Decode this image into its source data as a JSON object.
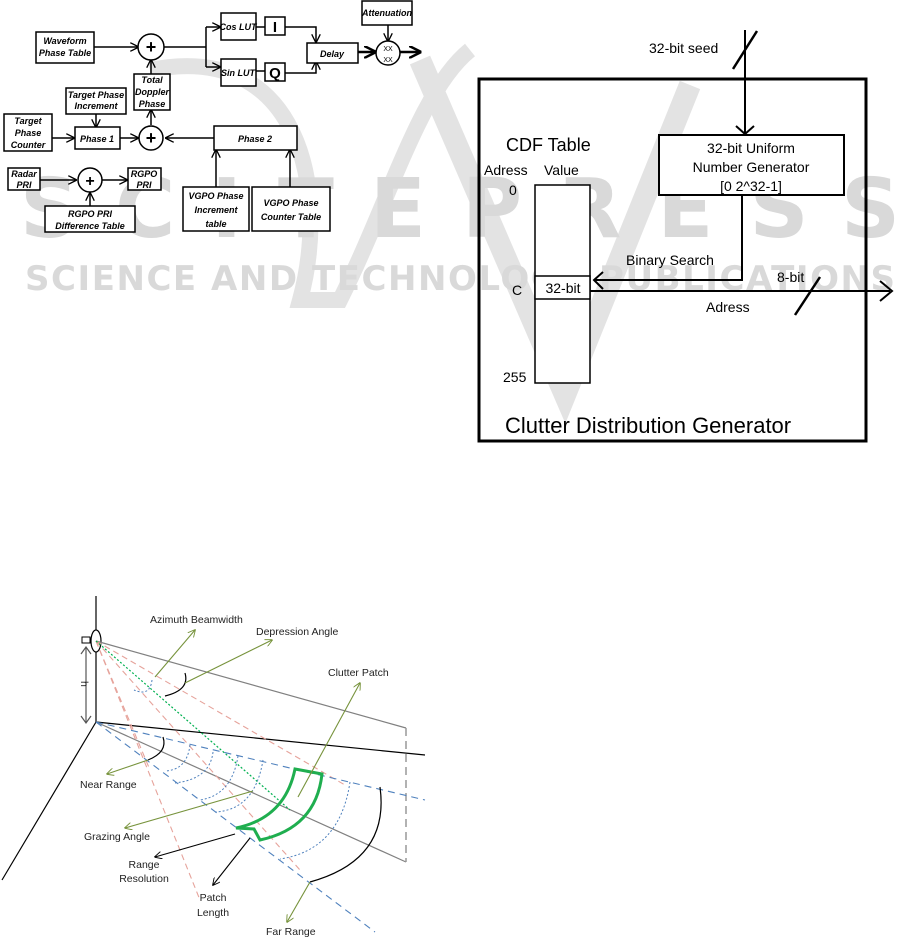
{
  "watermark": {
    "line1": "SCITEPRESS",
    "line2": "SCIENCE AND TECHNOLOGY PUBLICATIONS",
    "color": "#d9d9d9"
  },
  "diagram1": {
    "blocks": {
      "waveform": [
        "Waveform",
        "Phase Table"
      ],
      "cos_lut": "Cos LUT",
      "sin_lut": "Sin LUT",
      "i": "I",
      "q": "Q",
      "delay": "Delay",
      "attenuation": "Attenuation",
      "mult": [
        "XX",
        "XX"
      ],
      "total_doppler": [
        "Total",
        "Doppler",
        "Phase"
      ],
      "target_phase_increment": [
        "Target Phase",
        "Increment"
      ],
      "target_phase_counter": [
        "Target",
        "Phase",
        "Counter"
      ],
      "phase1": "Phase 1",
      "phase2": "Phase 2",
      "radar_pri": [
        "Radar",
        "PRI"
      ],
      "rgpo_pri": [
        "RGPO",
        "PRI"
      ],
      "rgpo_diff": [
        "RGPO PRI",
        "Difference Table"
      ],
      "vgpo_inc": [
        "VGPO Phase",
        "Increment",
        "table"
      ],
      "vgpo_counter": [
        "VGPO Phase",
        "Counter Table"
      ],
      "plus": "+"
    }
  },
  "diagram2": {
    "seed_label": "32-bit seed",
    "cdf_title": "CDF Table",
    "col_address": "Adress",
    "col_value": "Value",
    "addr_0": "0",
    "addr_c": "C",
    "addr_255": "255",
    "cell_value": "32-bit",
    "generator": [
      "32-bit Uniform",
      "Number Generator",
      "[0 2^32-1]"
    ],
    "binary_search": "Binary Search",
    "out_width": "8-bit",
    "out_label": "Adress",
    "title": "Clutter Distribution Generator"
  },
  "diagram3": {
    "labels": {
      "azimuth": "Azimuth Beamwidth",
      "depression": "Depression Angle",
      "clutter_patch": "Clutter Patch",
      "near_range": "Near Range",
      "grazing": "Grazing Angle",
      "range_res": [
        "Range",
        "Resolution"
      ],
      "patch_length": [
        "Patch",
        "Length"
      ],
      "far_range": "Far Range",
      "height": "h"
    },
    "colors": {
      "leader": "#77933c",
      "red_dash": "#e6a39b",
      "blue_dash": "#4f81bd",
      "green_dot": "#00b050",
      "patch": "#1fae4f",
      "gray": "#808080"
    }
  }
}
